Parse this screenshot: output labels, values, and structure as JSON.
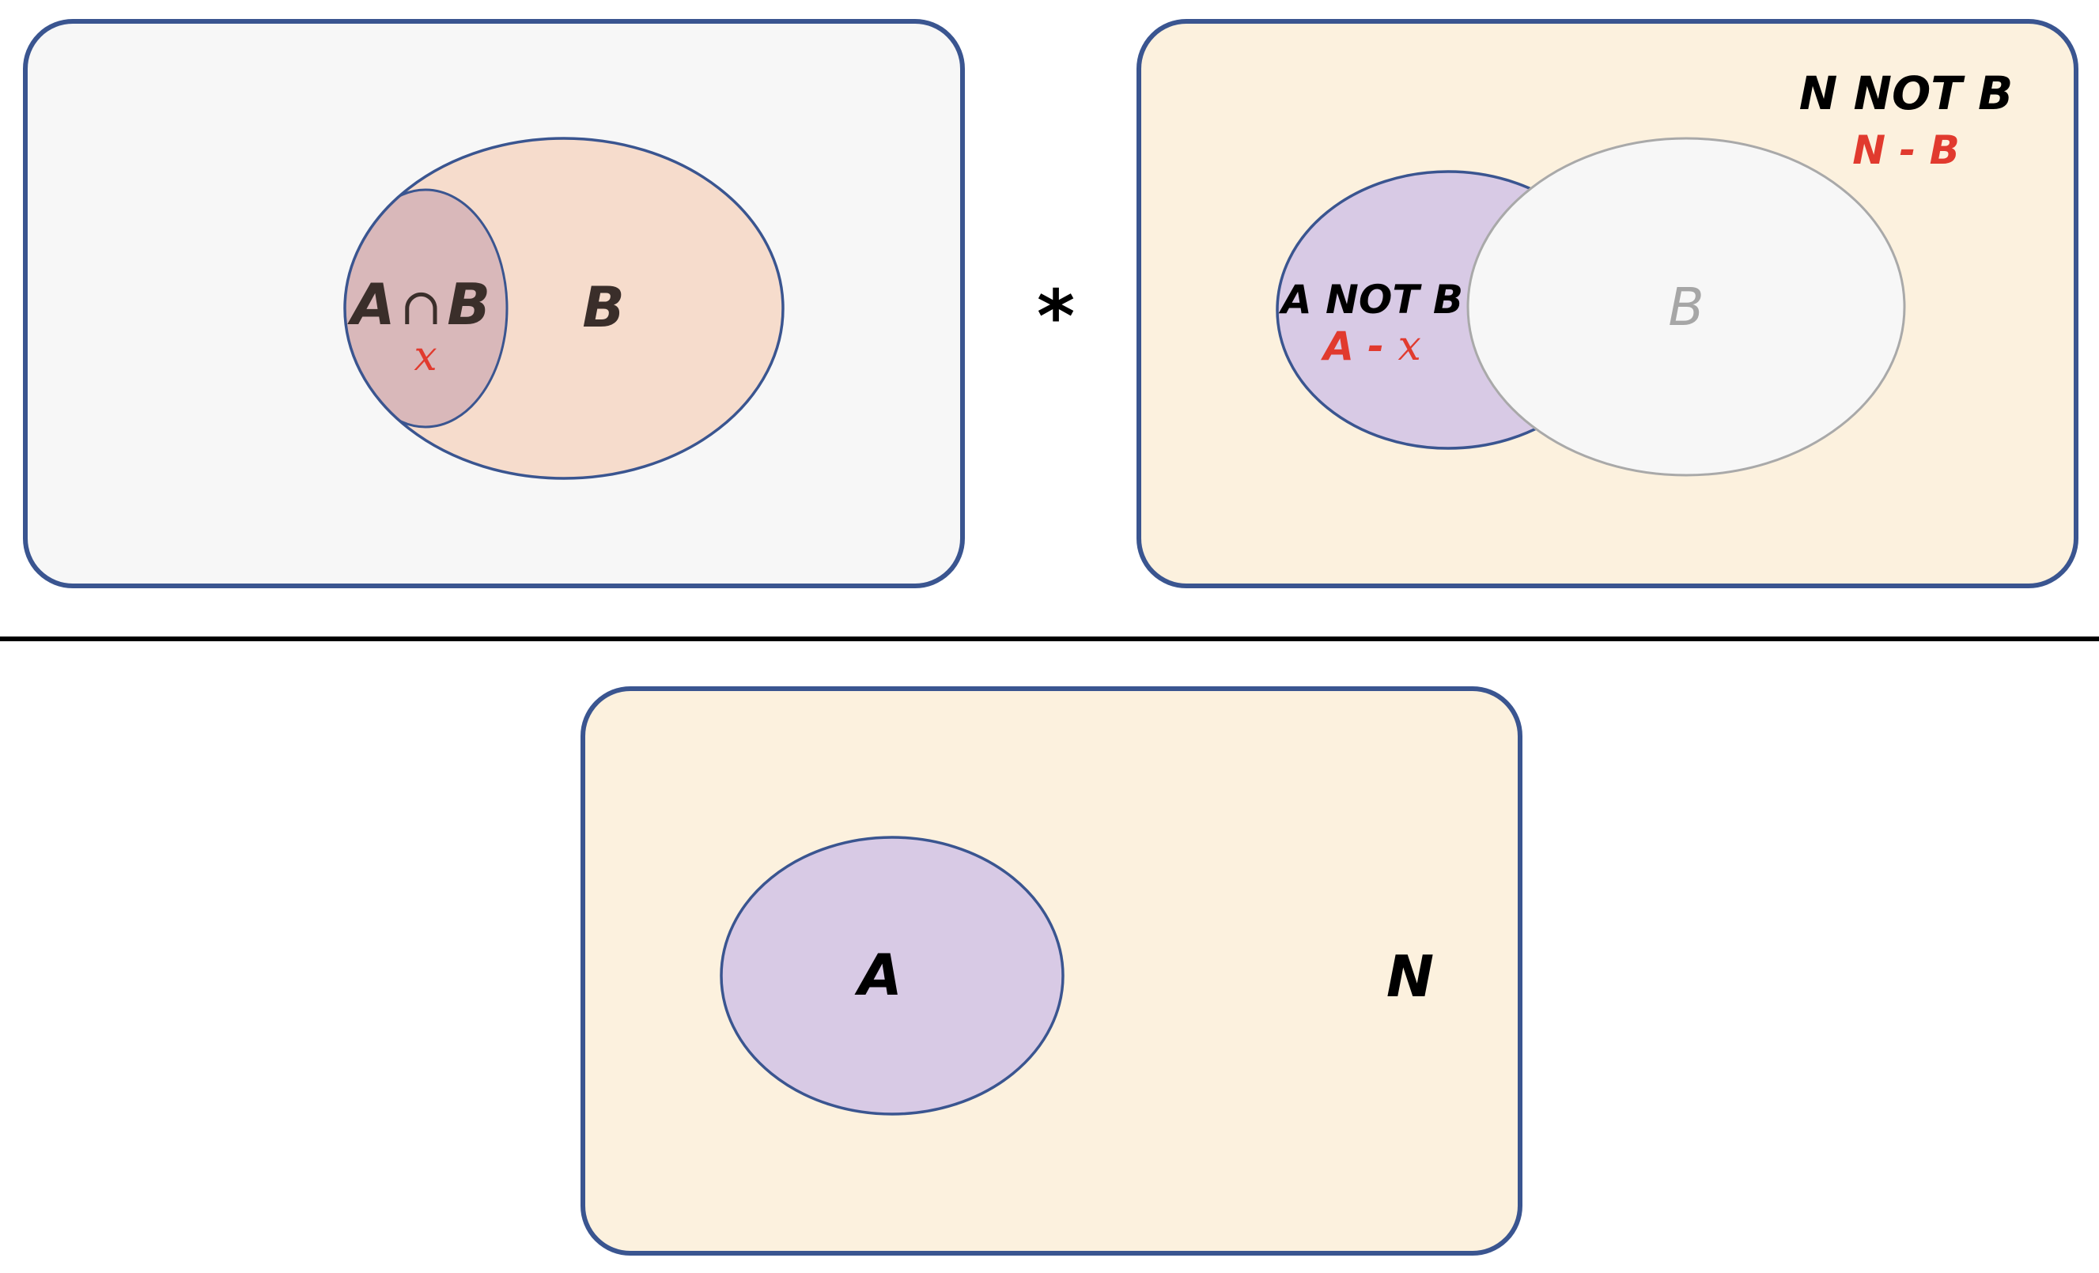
{
  "colors": {
    "panel_border": "#3A5590",
    "panel_top_left_fill": "#F7F7F7",
    "panel_cream_fill": "#FCF1DE",
    "set_b_fill": "#F6DCCC",
    "intersection_fill": "#D9B8BA",
    "set_a_fill": "#D8CAE5",
    "faded_b_fill": "#F7F7F7",
    "faded_b_border": "#A9A9A9",
    "label_dark": "#3A2E2A",
    "label_black": "#000000",
    "label_red": "#E13A2E",
    "label_gray": "#A6A6A6",
    "divider": "#000000"
  },
  "panels": {
    "intersection": {
      "intersection_label": {
        "a": "A",
        "cap": "∩",
        "b": "B"
      },
      "intersection_var": "x",
      "set_b_label": "B"
    },
    "operator": "*",
    "complement": {
      "set_a_label": "A NOT B",
      "set_a_formula": {
        "a": "A",
        "sep": " - ",
        "x": "x"
      },
      "faded_b_label": "B",
      "universe_label": "N NOT B",
      "universe_formula": "N - B"
    },
    "result": {
      "set_a_label": "A",
      "universe_label": "N"
    }
  }
}
